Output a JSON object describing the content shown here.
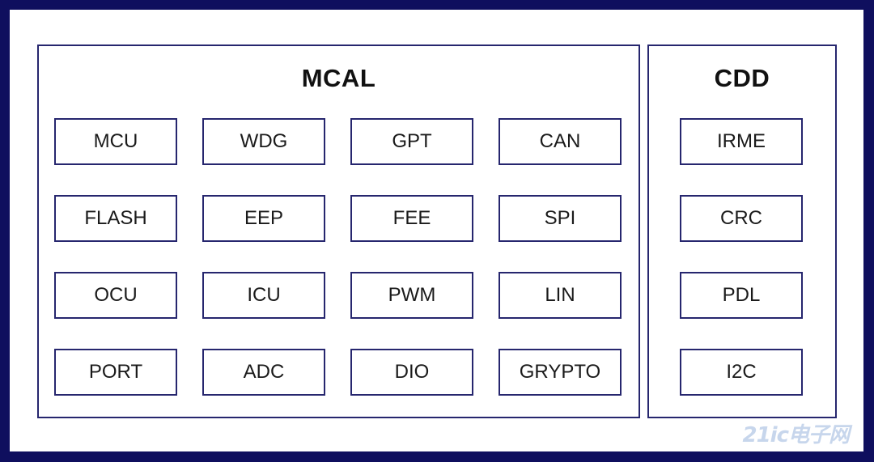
{
  "mcal": {
    "title": "MCAL",
    "modules": [
      "MCU",
      "WDG",
      "GPT",
      "CAN",
      "FLASH",
      "EEP",
      "FEE",
      "SPI",
      "OCU",
      "ICU",
      "PWM",
      "LIN",
      "PORT",
      "ADC",
      "DIO",
      "GRYPTO"
    ]
  },
  "cdd": {
    "title": "CDD",
    "modules": [
      "IRME",
      "CRC",
      "PDL",
      "I2C"
    ]
  },
  "watermark": "21ic电子网",
  "colors": {
    "frame": "#0f0f5e",
    "border": "#26266e",
    "background": "#ffffff"
  }
}
